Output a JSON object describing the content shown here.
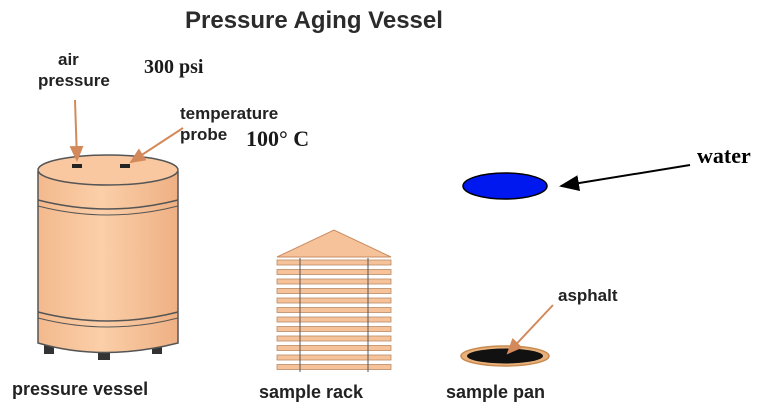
{
  "title": "Pressure Aging Vessel",
  "labels": {
    "air_pressure_line1": "air",
    "air_pressure_line2": "pressure",
    "pressure_value": "300 psi",
    "temperature_probe_line1": "temperature",
    "temperature_probe_line2": "probe",
    "temperature_value": "100° C",
    "water": "water",
    "asphalt": "asphalt",
    "pressure_vessel": "pressure vessel",
    "sample_rack": "sample rack",
    "sample_pan": "sample pan"
  },
  "colors": {
    "vessel_fill": "#f8c39a",
    "vessel_stroke": "#444444",
    "rack_fill": "#f6c29a",
    "water_fill": "#0018f0",
    "leader_line": "#d4895a",
    "asphalt_fill": "#111111",
    "pan_rim": "#d99a5a"
  }
}
